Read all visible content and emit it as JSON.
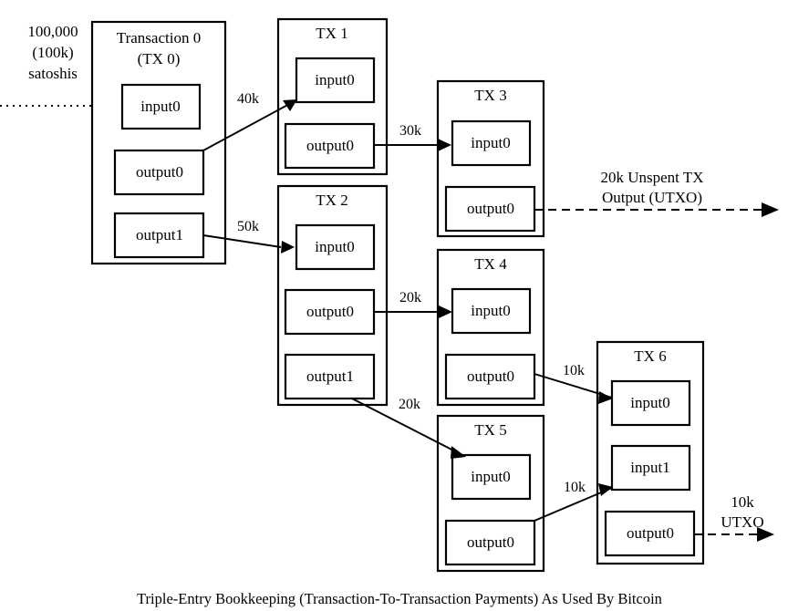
{
  "diagram": {
    "caption": "Triple-Entry Bookkeeping (Transaction-To-Transaction Payments) As Used By Bitcoin",
    "source_label": {
      "line1": "100,000",
      "line2": "(100k)",
      "line3": "satoshis"
    },
    "utxo_labels": {
      "tx3": {
        "line1": "20k Unspent TX",
        "line2": "Output (UTXO)"
      },
      "tx6": {
        "line1": "10k",
        "line2": "UTXO"
      }
    },
    "transactions": [
      {
        "id": "tx0",
        "title_line1": "Transaction 0",
        "title_line2": "(TX 0)",
        "slots": [
          {
            "name": "input0",
            "kind": "input"
          },
          {
            "name": "output0",
            "kind": "output"
          },
          {
            "name": "output1",
            "kind": "output"
          }
        ]
      },
      {
        "id": "tx1",
        "title_line1": "TX 1",
        "title_line2": "",
        "slots": [
          {
            "name": "input0",
            "kind": "input"
          },
          {
            "name": "output0",
            "kind": "output"
          }
        ]
      },
      {
        "id": "tx2",
        "title_line1": "TX 2",
        "title_line2": "",
        "slots": [
          {
            "name": "input0",
            "kind": "input"
          },
          {
            "name": "output0",
            "kind": "output"
          },
          {
            "name": "output1",
            "kind": "output"
          }
        ]
      },
      {
        "id": "tx3",
        "title_line1": "TX 3",
        "title_line2": "",
        "slots": [
          {
            "name": "input0",
            "kind": "input"
          },
          {
            "name": "output0",
            "kind": "output"
          }
        ]
      },
      {
        "id": "tx4",
        "title_line1": "TX 4",
        "title_line2": "",
        "slots": [
          {
            "name": "input0",
            "kind": "input"
          },
          {
            "name": "output0",
            "kind": "output"
          }
        ]
      },
      {
        "id": "tx5",
        "title_line1": "TX 5",
        "title_line2": "",
        "slots": [
          {
            "name": "input0",
            "kind": "input"
          },
          {
            "name": "output0",
            "kind": "output"
          }
        ]
      },
      {
        "id": "tx6",
        "title_line1": "TX 6",
        "title_line2": "",
        "slots": [
          {
            "name": "input0",
            "kind": "input"
          },
          {
            "name": "input1",
            "kind": "input"
          },
          {
            "name": "output0",
            "kind": "output"
          }
        ]
      }
    ],
    "flows": [
      {
        "id": "src-to-tx0",
        "amount": "",
        "from": "external",
        "to": "tx0.input0",
        "style": "dotted"
      },
      {
        "id": "tx0out0-to-tx1",
        "amount": "40k",
        "from": "tx0.output0",
        "to": "tx1.input0",
        "style": "solid"
      },
      {
        "id": "tx0out1-to-tx2",
        "amount": "50k",
        "from": "tx0.output1",
        "to": "tx2.input0",
        "style": "solid"
      },
      {
        "id": "tx1out0-to-tx3",
        "amount": "30k",
        "from": "tx1.output0",
        "to": "tx3.input0",
        "style": "solid"
      },
      {
        "id": "tx2out0-to-tx4",
        "amount": "20k",
        "from": "tx2.output0",
        "to": "tx4.input0",
        "style": "solid"
      },
      {
        "id": "tx2out1-to-tx5",
        "amount": "20k",
        "from": "tx2.output1",
        "to": "tx5.input0",
        "style": "solid"
      },
      {
        "id": "tx4out0-to-tx6",
        "amount": "10k",
        "from": "tx4.output0",
        "to": "tx6.input0",
        "style": "solid"
      },
      {
        "id": "tx5out0-to-tx6",
        "amount": "10k",
        "from": "tx5.output0",
        "to": "tx6.input1",
        "style": "solid"
      },
      {
        "id": "tx3out0-utxo",
        "amount": "",
        "from": "tx3.output0",
        "to": "unspent",
        "style": "dashed"
      },
      {
        "id": "tx6out0-utxo",
        "amount": "",
        "from": "tx6.output0",
        "to": "unspent",
        "style": "dashed"
      }
    ],
    "colors": {
      "stroke": "#000000",
      "background": "#ffffff"
    }
  }
}
